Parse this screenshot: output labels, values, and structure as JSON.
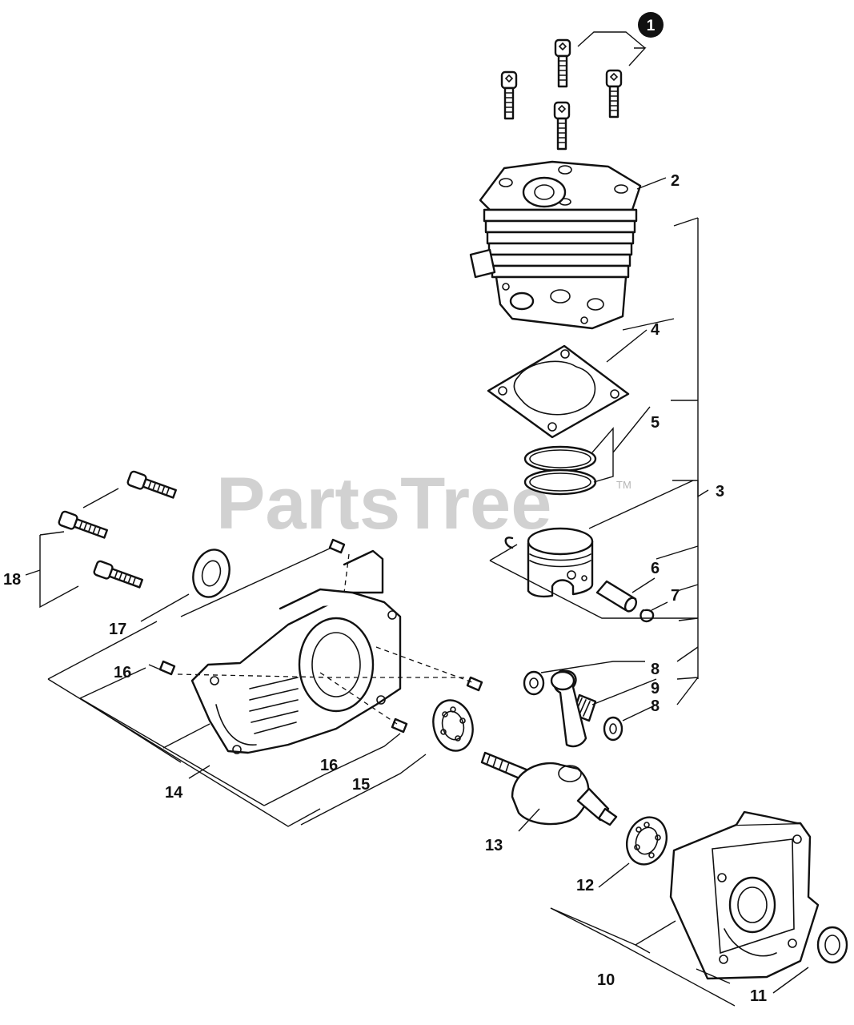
{
  "watermark": {
    "text": "PartsTree",
    "trademark": "TM"
  },
  "badge": {
    "label": "1"
  },
  "callouts": {
    "c2": "2",
    "c3": "3",
    "c4": "4",
    "c5": "5",
    "c6": "6",
    "c7": "7",
    "c8a": "8",
    "c8b": "8",
    "c9": "9",
    "c10": "10",
    "c11": "11",
    "c12": "12",
    "c13": "13",
    "c14": "14",
    "c15": "15",
    "c16a": "16",
    "c16b": "16",
    "c17": "17",
    "c18": "18"
  },
  "colors": {
    "ink": "#111111",
    "watermark": "#c9c9c9",
    "background": "#ffffff"
  }
}
